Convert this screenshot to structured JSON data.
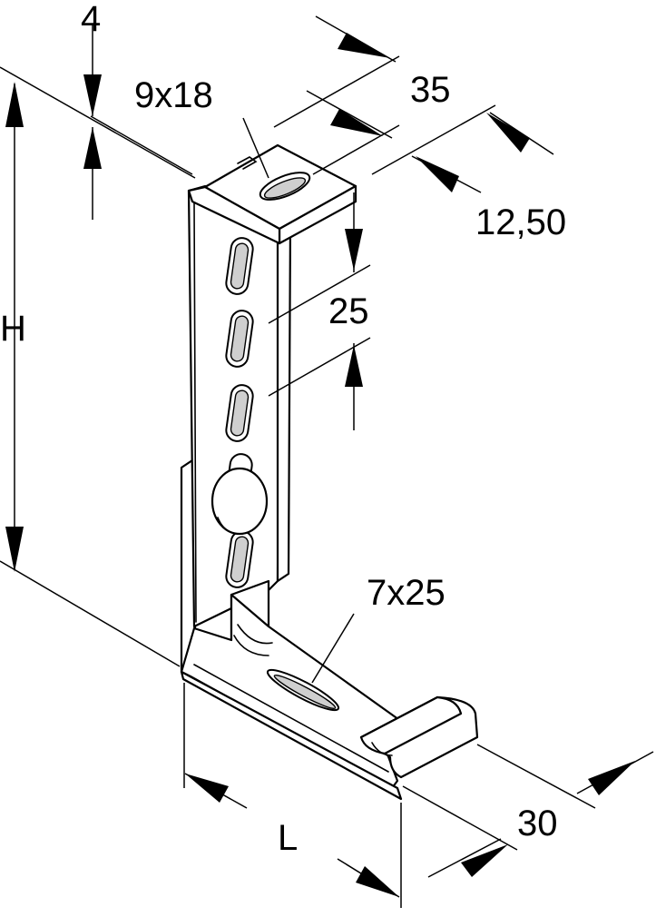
{
  "labels": {
    "height": "H",
    "length": "L",
    "material_thickness": "4",
    "top_slot": "9x18",
    "head_width": "35",
    "head_depth": "12,50",
    "hole_pitch": "25",
    "base_slot": "7x25",
    "base_width": "30"
  },
  "colors": {
    "line": "#000000",
    "background": "#ffffff",
    "shade": "#cfcfcf"
  }
}
